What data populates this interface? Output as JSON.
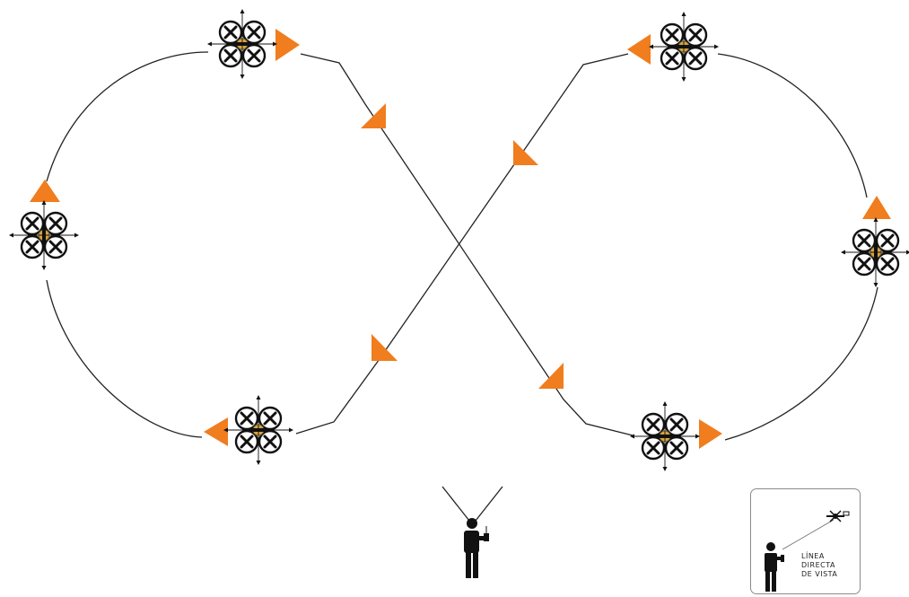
{
  "diagram": {
    "title": "",
    "colors": {
      "path": "#222222",
      "arrow": "#f07d1e",
      "drone_body": "#111111",
      "drone_center": "#d9a441",
      "pilot": "#111111"
    },
    "icons": [
      "quadcopter-icon",
      "direction-arrow-icon",
      "pilot-icon",
      "drone-small-icon"
    ]
  },
  "legend": {
    "line1": "Línea",
    "line2": "Directa",
    "line3": "de Vista"
  }
}
